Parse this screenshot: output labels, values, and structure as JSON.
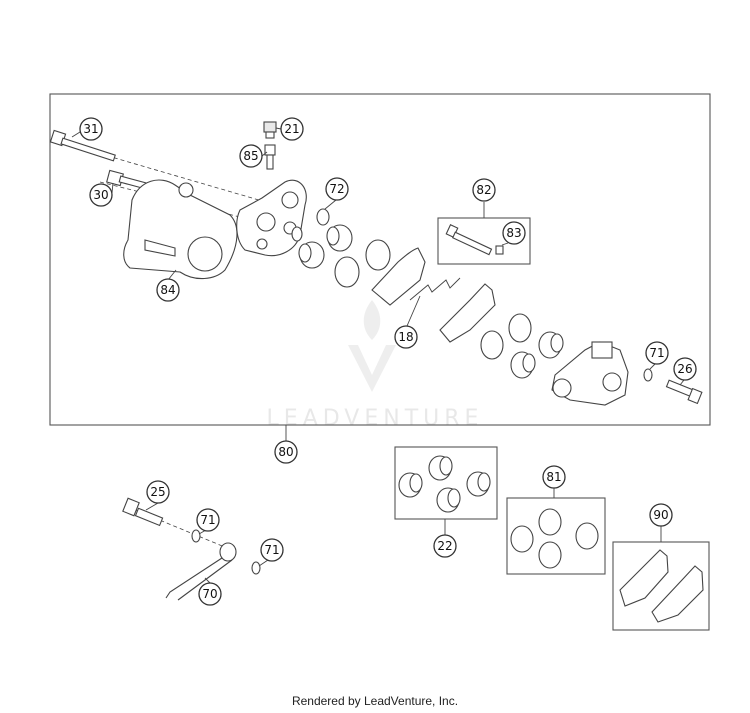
{
  "callouts": {
    "c31": "31",
    "c21": "21",
    "c85": "85",
    "c30": "30",
    "c72": "72",
    "c82": "82",
    "c83": "83",
    "c84": "84",
    "c18": "18",
    "c71a": "71",
    "c26": "26",
    "c80": "80",
    "c25": "25",
    "c71b": "71",
    "c71c": "71",
    "c70": "70",
    "c22": "22",
    "c81": "81",
    "c90": "90"
  },
  "watermark": {
    "brand": "LEADVENTURE"
  },
  "footer": {
    "credit": "Rendered by LeadVenture, Inc."
  }
}
